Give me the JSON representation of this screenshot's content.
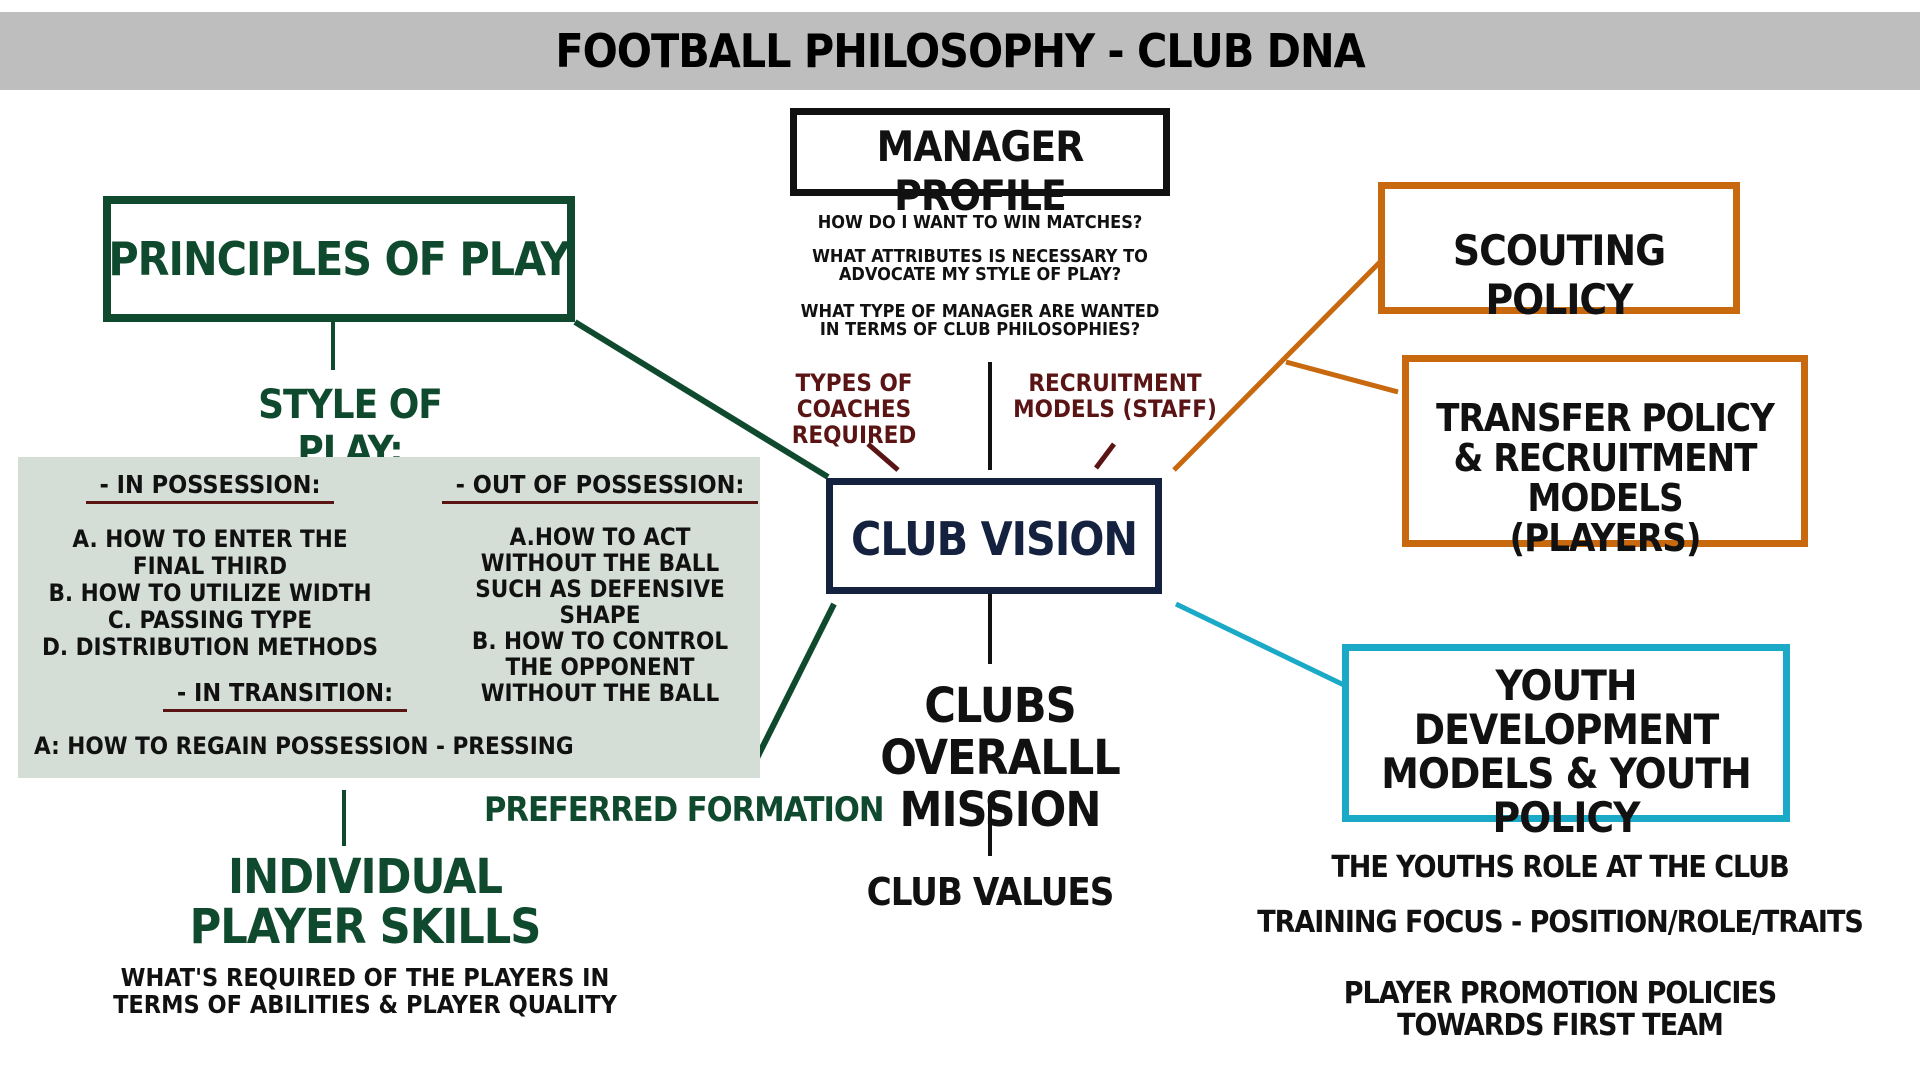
{
  "title": "FOOTBALL PHILOSOPHY  - CLUB DNA",
  "colors": {
    "green": "#0f4a2e",
    "orange": "#c8690f",
    "cyan": "#1aa9c6",
    "navy": "#15223f",
    "dark_red": "#5a1414",
    "panel": "#d4ddd6",
    "title_bar": "#bebebe"
  },
  "manager": {
    "title": "MANAGER PROFILE",
    "q1": "HOW DO I WANT TO WIN MATCHES?",
    "q2": "WHAT ATTRIBUTES IS NECESSARY TO ADVOCATE MY STYLE OF PLAY?",
    "q3": "WHAT TYPE OF MANAGER ARE WANTED IN TERMS OF CLUB PHILOSOPHIES?"
  },
  "coaches": "TYPES OF COACHES REQUIRED",
  "recruitment_staff": "RECRUITMENT MODELS (STAFF)",
  "club_vision": "CLUB VISION",
  "mission": "CLUBS OVERALLL MISSION",
  "values": "CLUB VALUES",
  "principles": {
    "title": "PRINCIPLES OF PLAY",
    "style": "STYLE OF PLAY;",
    "in_possession": {
      "title": "- IN POSSESSION:",
      "items": [
        "A. HOW TO ENTER THE FINAL THIRD",
        "B. HOW TO UTILIZE WIDTH",
        "C. PASSING TYPE",
        "D. DISTRIBUTION METHODS"
      ]
    },
    "out_possession": {
      "title": "- OUT OF POSSESSION:",
      "items": [
        "A.HOW TO ACT WITHOUT THE BALL SUCH AS DEFENSIVE SHAPE",
        "B. HOW TO CONTROL THE OPPONENT WITHOUT THE BALL"
      ]
    },
    "transition": {
      "title": "- IN TRANSITION:",
      "item": "A: HOW TO REGAIN POSSESSION - PRESSING"
    },
    "formation": "PREFERRED FORMATION"
  },
  "individual": {
    "title": "INDIVIDUAL PLAYER SKILLS",
    "desc": "WHAT'S REQUIRED OF THE PLAYERS IN TERMS OF ABILITIES & PLAYER QUALITY"
  },
  "scouting": "SCOUTING POLICY",
  "transfer": "TRANSFER POLICY & RECRUITMENT MODELS (PLAYERS)",
  "youth": {
    "title": "YOUTH DEVELOPMENT MODELS & YOUTH POLICY",
    "role": "THE YOUTHS ROLE AT THE CLUB",
    "training": "TRAINING FOCUS - POSITION/ROLE/TRAITS",
    "promotion": "PLAYER PROMOTION POLICIES TOWARDS FIRST TEAM"
  }
}
